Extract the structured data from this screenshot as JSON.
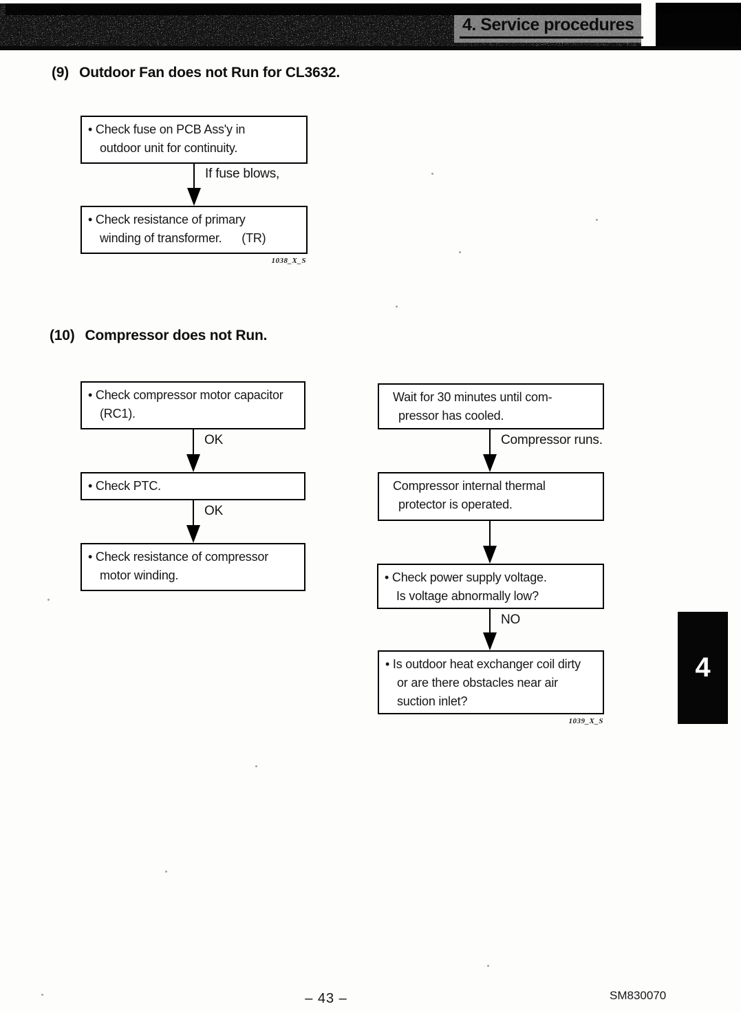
{
  "header": {
    "title": "4. Service procedures"
  },
  "sections": {
    "s9": {
      "number": "(9)",
      "title": "Outdoor Fan does not Run for CL3632."
    },
    "s10": {
      "number": "(10)",
      "title": "Compressor does not Run."
    }
  },
  "charts": {
    "fan": {
      "caption": "1038_X_S",
      "boxes": [
        {
          "lines": [
            "• Check fuse on PCB Ass'y in",
            "outdoor unit for continuity."
          ]
        },
        {
          "lines": [
            "• Check resistance of primary",
            "winding of transformer.      (TR)"
          ]
        }
      ],
      "connectors": [
        {
          "label": "If fuse blows,"
        }
      ]
    },
    "compressor_left": {
      "boxes": [
        {
          "lines": [
            "• Check compressor motor capacitor",
            "(RC1)."
          ]
        },
        {
          "lines": [
            "• Check PTC."
          ]
        },
        {
          "lines": [
            "• Check resistance of compressor",
            "motor winding."
          ]
        }
      ],
      "connectors": [
        {
          "label": "OK"
        },
        {
          "label": "OK"
        }
      ]
    },
    "compressor_right": {
      "caption": "1039_X_S",
      "boxes": [
        {
          "lines": [
            "Wait for 30 minutes until com-",
            "pressor has cooled."
          ]
        },
        {
          "lines": [
            "Compressor internal thermal",
            "protector is operated."
          ]
        },
        {
          "lines": [
            "• Check power supply voltage.",
            "Is voltage abnormally low?"
          ]
        },
        {
          "lines": [
            "• Is outdoor heat exchanger coil dirty",
            "or are there obstacles near air",
            "suction inlet?"
          ]
        }
      ],
      "connectors": [
        {
          "label": "Compressor runs."
        },
        {
          "label": ""
        },
        {
          "label": "NO"
        }
      ]
    }
  },
  "side_tab": {
    "label": "4"
  },
  "footer": {
    "page_number": "– 43 –",
    "doc_code": "SM830070"
  }
}
